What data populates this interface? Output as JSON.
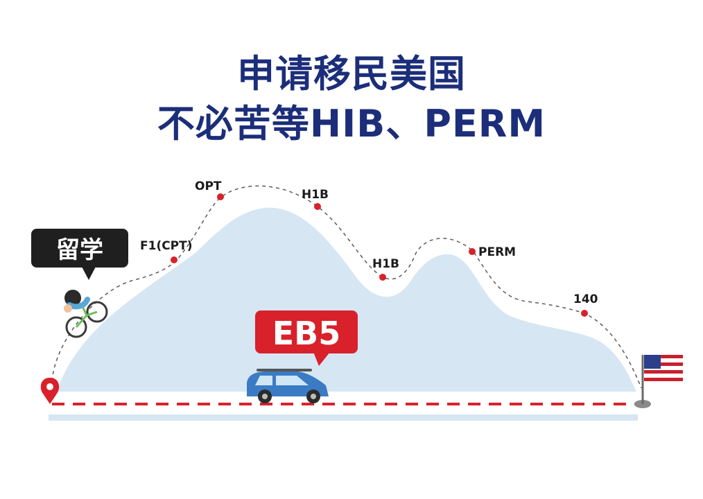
{
  "header": {
    "title_line1": "申请移民美国",
    "title_line2": "不必苦等HIB、PERM"
  },
  "route": {
    "start_bubble": "留学",
    "shortcut_bubble": "EB5",
    "milestones": [
      {
        "key": "f1",
        "label": "F1(CPT)"
      },
      {
        "key": "opt",
        "label": "OPT"
      },
      {
        "key": "h1b-a",
        "label": "H1B"
      },
      {
        "key": "h1b-b",
        "label": "H1B"
      },
      {
        "key": "perm",
        "label": "PERM"
      },
      {
        "key": "i140",
        "label": "140"
      }
    ]
  },
  "colors": {
    "title": "#1c2e7a",
    "accent_red": "#d9212b",
    "mountain": "#d6e6f3",
    "bubble_dark": "#1f1f1f"
  },
  "icons": [
    "location-pin-icon",
    "cyclist-icon",
    "car-icon",
    "us-flag-icon"
  ]
}
